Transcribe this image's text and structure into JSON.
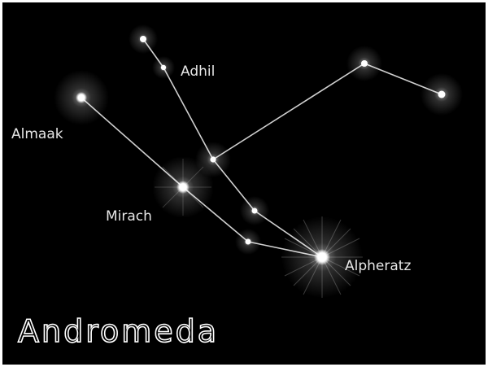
{
  "title": "Andromeda",
  "labels": {
    "almaak": "Almaak",
    "adhil": "Adhil",
    "mirach": "Mirach",
    "alpheratz": "Alpheratz"
  },
  "colors": {
    "background": "#000000",
    "lines": "#cfcfcf",
    "stars": "#ffffff",
    "text": "#e6e6e6"
  }
}
